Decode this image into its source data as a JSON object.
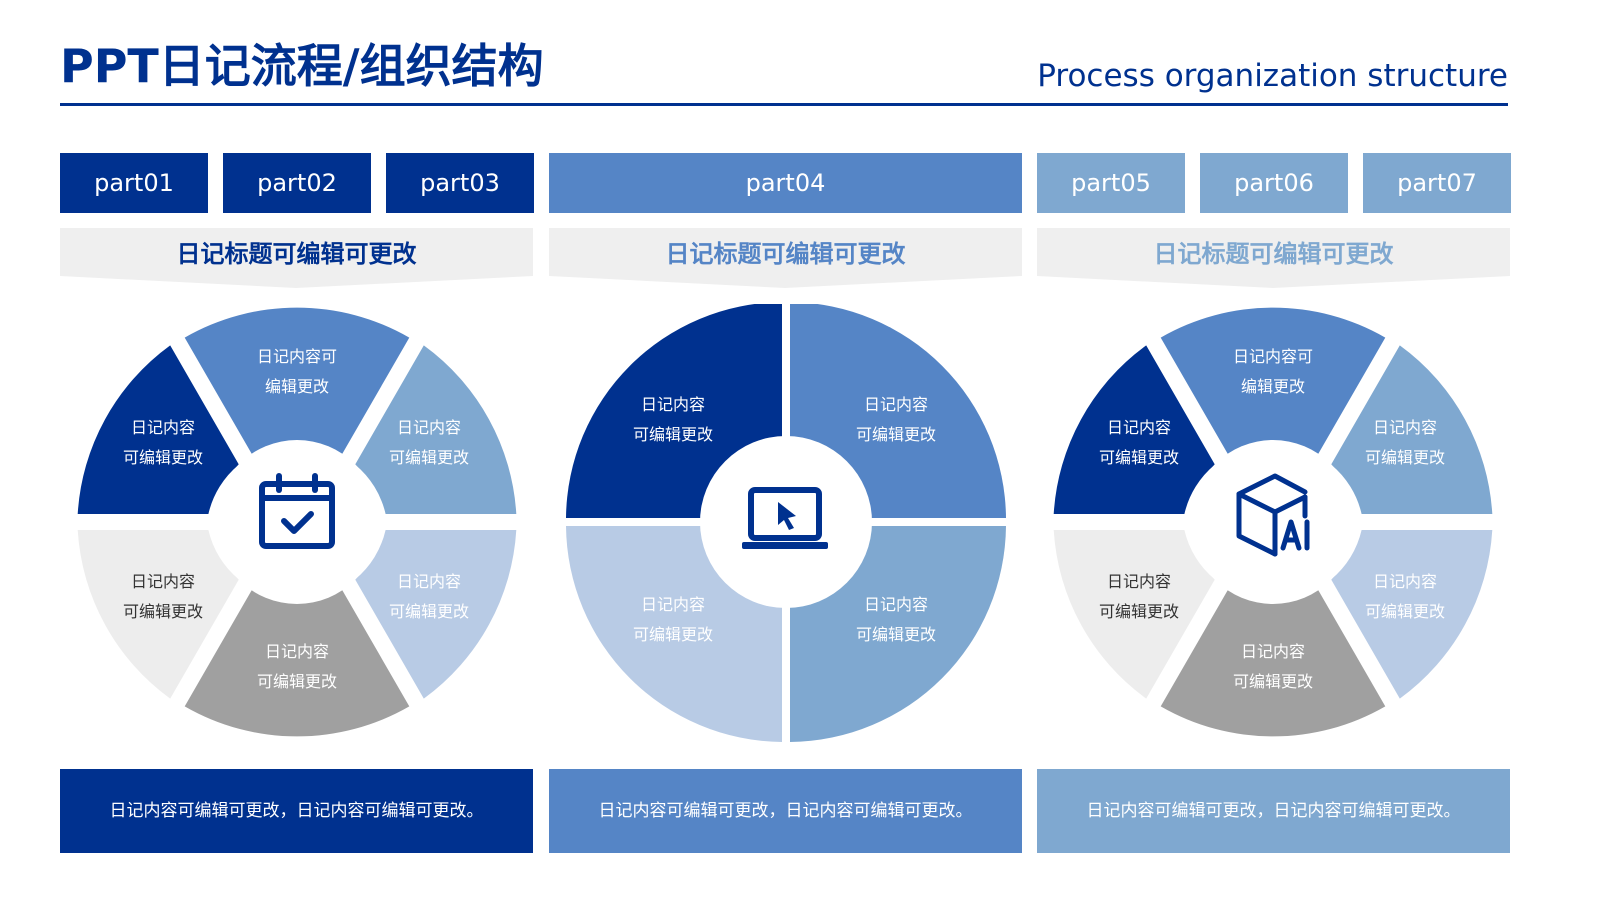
{
  "header": {
    "title": "PPT日记流程/组织结构",
    "subtitle": "Process organization structure"
  },
  "colors": {
    "dark": "#00318f",
    "medium": "#5585c6",
    "light": "#7fa8d0",
    "pale": "#b8cbe5",
    "grey": "#a0a0a0",
    "lightgrey": "#ededed",
    "banner_bg": "#efefef"
  },
  "tabs": [
    "part01",
    "part02",
    "part03",
    "part04",
    "part05",
    "part06",
    "part07"
  ],
  "sections": [
    {
      "banner_title": "日记标题可编辑可更改",
      "icon": "calendar-check-icon",
      "segments": [
        {
          "line1": "日记内容可",
          "line2": "编辑更改"
        },
        {
          "line1": "日记内容",
          "line2": "可编辑更改"
        },
        {
          "line1": "日记内容",
          "line2": "可编辑更改"
        },
        {
          "line1": "日记内容",
          "line2": "可编辑更改"
        },
        {
          "line1": "日记内容",
          "line2": "可编辑更改"
        },
        {
          "line1": "日记内容",
          "line2": "可编辑更改"
        }
      ],
      "footer": "日记内容可编辑可更改，日记内容可编辑可更改。"
    },
    {
      "banner_title": "日记标题可编辑可更改",
      "icon": "laptop-cursor-icon",
      "segments": [
        {
          "line1": "日记内容",
          "line2": "可编辑更改"
        },
        {
          "line1": "日记内容",
          "line2": "可编辑更改"
        },
        {
          "line1": "日记内容",
          "line2": "可编辑更改"
        },
        {
          "line1": "日记内容",
          "line2": "可编辑更改"
        }
      ],
      "footer": "日记内容可编辑可更改，日记内容可编辑可更改。"
    },
    {
      "banner_title": "日记标题可编辑可更改",
      "icon": "ai-cube-icon",
      "segments": [
        {
          "line1": "日记内容可",
          "line2": "编辑更改"
        },
        {
          "line1": "日记内容",
          "line2": "可编辑更改"
        },
        {
          "line1": "日记内容",
          "line2": "可编辑更改"
        },
        {
          "line1": "日记内容",
          "line2": "可编辑更改"
        },
        {
          "line1": "日记内容",
          "line2": "可编辑更改"
        },
        {
          "line1": "日记内容",
          "line2": "可编辑更改"
        }
      ],
      "footer": "日记内容可编辑可更改，日记内容可编辑可更改。"
    }
  ]
}
